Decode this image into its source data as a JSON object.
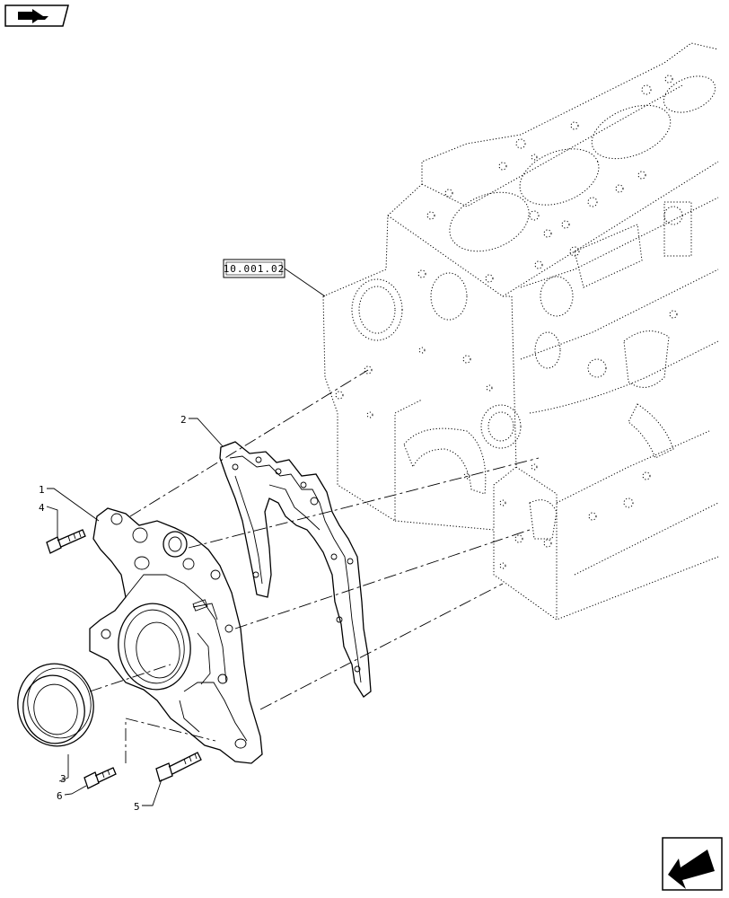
{
  "reference_box": {
    "label": "10.001.02"
  },
  "callouts": [
    {
      "id": "1",
      "label": "1"
    },
    {
      "id": "2",
      "label": "2"
    },
    {
      "id": "3",
      "label": "3"
    },
    {
      "id": "4",
      "label": "4"
    },
    {
      "id": "5",
      "label": "5"
    },
    {
      "id": "6",
      "label": "6"
    }
  ],
  "icons": {
    "top_left": "book-with-arrow-icon",
    "bottom_right": "back-arrow-icon"
  }
}
